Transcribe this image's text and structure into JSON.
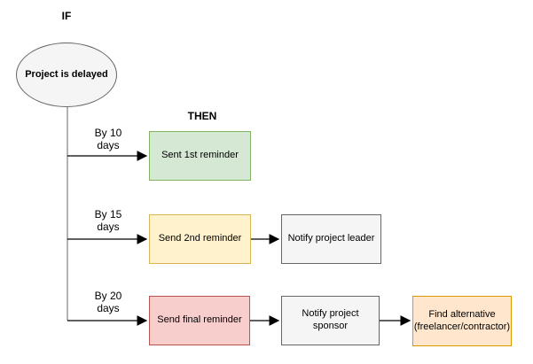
{
  "diagram": {
    "if_label": "IF",
    "then_label": "THEN",
    "start_node": {
      "label": "Project is delayed"
    },
    "branches": [
      {
        "condition": "By 10\ndays",
        "action": "Sent 1st reminder"
      },
      {
        "condition": "By 15\ndays",
        "action": "Send 2nd reminder",
        "next": "Notify project leader"
      },
      {
        "condition": "By 20\ndays",
        "action": "Send final reminder",
        "next": "Notify project\nsponsor",
        "final": "Find alternative\n(freelancer/contractor)"
      }
    ]
  },
  "colors": {
    "green_fill": "#d5e8d4",
    "green_stroke": "#82b366",
    "yellow_fill": "#fff2cc",
    "yellow_stroke": "#d6b656",
    "red_fill": "#f8cecc",
    "red_stroke": "#b85450",
    "orange_fill": "#ffe6cc",
    "orange_stroke": "#d79b00",
    "gray_fill": "#f5f5f5",
    "gray_stroke": "#666666",
    "ellipse_fill": "#f5f5f5",
    "ellipse_stroke": "#666666",
    "arrow": "#000000",
    "trunk": "#666666"
  }
}
